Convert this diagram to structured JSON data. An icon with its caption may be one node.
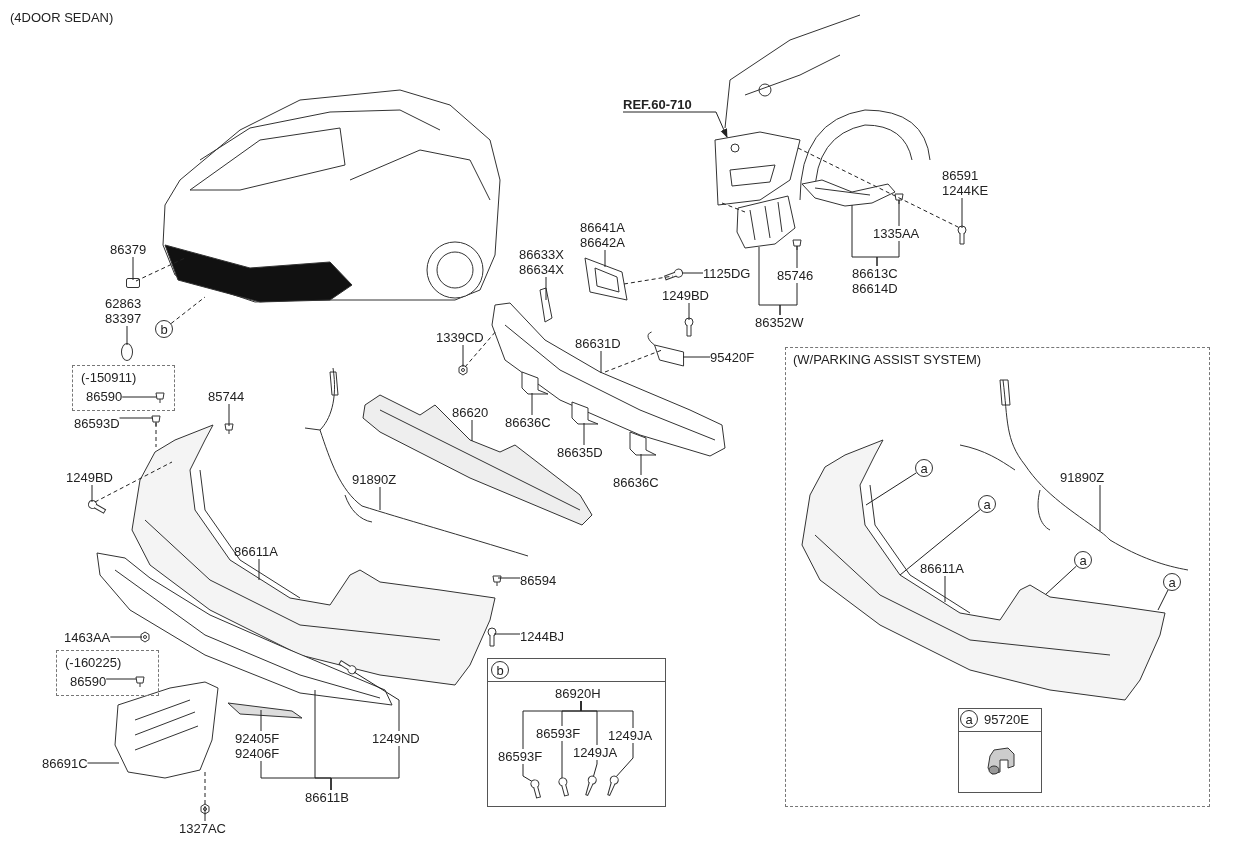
{
  "diagram": {
    "title": "(4DOOR SEDAN)",
    "nodes": [
      {
        "text": [
          "REF.60-710"
        ]
      },
      {
        "text": [
          "86641A",
          "86642A"
        ]
      },
      {
        "text": [
          "86633X",
          "86634X"
        ]
      },
      {
        "text": [
          "1125DG"
        ]
      },
      {
        "text": [
          "86591",
          "1244KE"
        ]
      },
      {
        "text": [
          "1335AA"
        ]
      },
      {
        "text": [
          "86613C",
          "86614D"
        ]
      },
      {
        "text": [
          "85746"
        ]
      },
      {
        "text": [
          "86352W"
        ]
      },
      {
        "text": [
          "1249BD"
        ]
      },
      {
        "text": [
          "1339CD"
        ]
      },
      {
        "text": [
          "86631D"
        ]
      },
      {
        "text": [
          "95420F"
        ]
      },
      {
        "text": [
          "86620"
        ]
      },
      {
        "text": [
          "86636C"
        ]
      },
      {
        "text": [
          "86635D"
        ]
      },
      {
        "text": [
          "86636C"
        ]
      },
      {
        "text": [
          "86379"
        ]
      },
      {
        "text": [
          "62863",
          "83397"
        ]
      },
      {
        "text": [
          "b"
        ]
      },
      {
        "text": [
          "(-150911)"
        ]
      },
      {
        "text": [
          "86590"
        ],
        "in": 20
      },
      {
        "text": [
          "86593D"
        ]
      },
      {
        "text": [
          "85744"
        ]
      },
      {
        "text": [
          "1249BD"
        ]
      },
      {
        "text": [
          "91890Z"
        ]
      },
      {
        "text": [
          "86611A"
        ]
      },
      {
        "text": [
          "86594"
        ]
      },
      {
        "text": [
          "1244BJ"
        ]
      },
      {
        "text": [
          "1463AA"
        ]
      },
      {
        "text": [
          "(-160225)"
        ]
      },
      {
        "text": [
          "86590"
        ],
        "in": 30
      },
      {
        "text": [
          "86691C"
        ]
      },
      {
        "text": [
          "92405F",
          "92406F"
        ]
      },
      {
        "text": [
          "1249ND"
        ]
      },
      {
        "text": [
          "86611B"
        ]
      },
      {
        "text": [
          "1327AC"
        ]
      },
      {
        "text": [],
        "shape": "box"
      },
      {
        "text": [
          "86920H"
        ],
        "in": 37
      },
      {
        "text": [
          "86593F"
        ],
        "in": 37
      },
      {
        "text": [
          "1249JA"
        ],
        "in": 37
      },
      {
        "text": [
          "86593F"
        ],
        "in": 37
      },
      {
        "text": [
          "1249JA"
        ],
        "in": 37
      },
      {
        "text": [
          "(W/PARKING ASSIST SYSTEM)"
        ]
      },
      {
        "text": [
          "a"
        ],
        "in": 43
      },
      {
        "text": [
          "91890Z"
        ],
        "in": 43
      },
      {
        "text": [
          "a"
        ],
        "in": 43
      },
      {
        "text": [
          "a"
        ],
        "in": 43
      },
      {
        "text": [
          "86611A"
        ],
        "in": 43
      },
      {
        "text": [
          "a"
        ],
        "in": 43
      },
      {
        "text": [
          "95720E"
        ],
        "in": 43
      },
      {
        "text": [
          "b"
        ],
        "in": 37
      },
      {
        "text": [
          "a"
        ],
        "in": 50
      },
      {
        "text": [],
        "shape": "picture"
      },
      {
        "text": [],
        "shape": "picture"
      },
      {
        "text": [],
        "shape": "picture"
      },
      {
        "text": [],
        "shape": "picture"
      },
      {
        "text": [],
        "shape": "picture"
      },
      {
        "text": [],
        "shape": "picture"
      },
      {
        "text": [],
        "shape": "picture"
      },
      {
        "text": [],
        "shape": "picture"
      },
      {
        "text": [],
        "shape": "picture"
      },
      {
        "text": [],
        "shape": "picture"
      },
      {
        "text": [],
        "shape": "picture"
      },
      {
        "text": [],
        "shape": "picture"
      },
      {
        "text": [],
        "shape": "picture"
      },
      {
        "text": [],
        "shape": "picture"
      },
      {
        "text": [],
        "shape": "picture"
      },
      {
        "text": [],
        "shape": "picture"
      },
      {
        "text": [],
        "shape": "picture"
      },
      {
        "text": [],
        "shape": "picture"
      },
      {
        "text": [],
        "shape": "picture"
      },
      {
        "text": [],
        "shape": "box"
      },
      {
        "text": [],
        "shape": "circle"
      },
      {
        "text": [],
        "shape": "picture",
        "in": 20
      },
      {
        "text": [],
        "shape": "picture"
      },
      {
        "text": [],
        "shape": "picture"
      },
      {
        "text": [],
        "shape": "picture"
      },
      {
        "text": [],
        "shape": "picture"
      },
      {
        "text": [],
        "shape": "picture"
      },
      {
        "text": [],
        "shape": "picture"
      },
      {
        "text": [],
        "shape": "picture"
      },
      {
        "text": [],
        "shape": "picture",
        "in": 30
      },
      {
        "text": [],
        "shape": "picture"
      },
      {
        "text": [],
        "shape": "picture"
      },
      {
        "text": [],
        "shape": "picture"
      },
      {
        "text": [],
        "shape": "picture"
      },
      {
        "text": [],
        "shape": "picture"
      },
      {
        "text": [],
        "shape": "picture",
        "in": 37
      },
      {
        "text": [],
        "shape": "picture",
        "in": 37
      },
      {
        "text": [],
        "shape": "picture",
        "in": 37
      },
      {
        "text": [],
        "shape": "picture",
        "in": 37
      },
      {
        "text": [],
        "shape": "picture",
        "in": 43
      },
      {
        "text": [],
        "shape": "picture",
        "in": 43
      }
    ],
    "edges": [
      {
        "from": 0,
        "to": 54,
        "arrow": "to"
      },
      {
        "from": 1,
        "to": 60,
        "arrow": "none"
      },
      {
        "from": 2,
        "to": 61,
        "arrow": "none"
      },
      {
        "from": 3,
        "to": 62,
        "arrow": "none"
      },
      {
        "from": 4,
        "to": 58,
        "arrow": "none"
      },
      {
        "from": 5,
        "to": 57,
        "arrow": "none"
      },
      {
        "from": 6,
        "to": 56,
        "arrow": "none"
      },
      {
        "from": 6,
        "to": 5,
        "arrow": "none"
      },
      {
        "from": 7,
        "to": 59,
        "arrow": "none"
      },
      {
        "from": 8,
        "to": 55,
        "arrow": "none"
      },
      {
        "from": 8,
        "to": 7,
        "arrow": "none"
      },
      {
        "from": 9,
        "to": 63,
        "arrow": "none"
      },
      {
        "from": 10,
        "to": 64,
        "arrow": "none"
      },
      {
        "from": 11,
        "to": 65,
        "arrow": "none"
      },
      {
        "from": 12,
        "to": 66,
        "arrow": "none"
      },
      {
        "from": 13,
        "to": 70,
        "arrow": "none"
      },
      {
        "from": 14,
        "to": 67,
        "arrow": "none"
      },
      {
        "from": 15,
        "to": 68,
        "arrow": "none"
      },
      {
        "from": 16,
        "to": 69,
        "arrow": "none"
      },
      {
        "from": 17,
        "to": 72,
        "arrow": "none"
      },
      {
        "from": 18,
        "to": 73,
        "arrow": "none"
      },
      {
        "from": 19,
        "to": 53,
        "arrow": "none",
        "style": "dashed"
      },
      {
        "from": 21,
        "to": 74,
        "arrow": "none"
      },
      {
        "from": 22,
        "to": 75,
        "arrow": "none"
      },
      {
        "from": 23,
        "to": 76,
        "arrow": "none"
      },
      {
        "from": 24,
        "to": 77,
        "arrow": "none"
      },
      {
        "from": 25,
        "to": 71,
        "arrow": "none"
      },
      {
        "from": 26,
        "to": 78,
        "arrow": "none"
      },
      {
        "from": 27,
        "to": 79,
        "arrow": "none"
      },
      {
        "from": 28,
        "to": 80,
        "arrow": "none"
      },
      {
        "from": 29,
        "to": 81,
        "arrow": "none"
      },
      {
        "from": 31,
        "to": 82,
        "arrow": "none"
      },
      {
        "from": 32,
        "to": 84,
        "arrow": "none"
      },
      {
        "from": 33,
        "to": 85,
        "arrow": "none"
      },
      {
        "from": 34,
        "to": 86,
        "arrow": "none"
      },
      {
        "from": 35,
        "to": 33,
        "arrow": "none"
      },
      {
        "from": 35,
        "to": 83,
        "arrow": "none"
      },
      {
        "from": 35,
        "to": 34,
        "arrow": "none"
      },
      {
        "from": 36,
        "to": 87,
        "arrow": "none"
      },
      {
        "from": 38,
        "to": 39,
        "arrow": "none"
      },
      {
        "from": 38,
        "to": 42,
        "arrow": "none"
      },
      {
        "from": 38,
        "to": 40,
        "arrow": "none"
      },
      {
        "from": 38,
        "to": 41,
        "arrow": "none"
      },
      {
        "from": 39,
        "to": 89,
        "arrow": "none"
      },
      {
        "from": 40,
        "to": 91,
        "arrow": "none"
      },
      {
        "from": 41,
        "to": 88,
        "arrow": "none"
      },
      {
        "from": 42,
        "to": 90,
        "arrow": "none"
      },
      {
        "from": 44,
        "to": 93,
        "arrow": "none"
      },
      {
        "from": 45,
        "to": 92,
        "arrow": "none"
      },
      {
        "from": 46,
        "to": 93,
        "arrow": "none"
      },
      {
        "from": 48,
        "to": 93,
        "arrow": "none"
      },
      {
        "from": 47,
        "to": 93,
        "arrow": "none"
      },
      {
        "from": 49,
        "to": 93,
        "arrow": "none"
      },
      {
        "from": 54,
        "to": 58,
        "arrow": "none",
        "style": "dashed"
      },
      {
        "from": 54,
        "to": 55,
        "arrow": "none",
        "style": "dashed"
      },
      {
        "from": 64,
        "to": 65,
        "arrow": "none",
        "style": "dashed"
      },
      {
        "from": 60,
        "to": 62,
        "arrow": "none",
        "style": "dashed"
      },
      {
        "from": 65,
        "to": 66,
        "arrow": "none",
        "style": "dashed"
      },
      {
        "from": 72,
        "to": 53,
        "arrow": "none",
        "style": "dashed"
      },
      {
        "from": 77,
        "to": 78,
        "arrow": "none",
        "style": "dashed"
      },
      {
        "from": 75,
        "to": 78,
        "arrow": "none",
        "style": "dashed"
      },
      {
        "from": 84,
        "to": 87,
        "arrow": "none",
        "style": "dashed"
      }
    ]
  }
}
